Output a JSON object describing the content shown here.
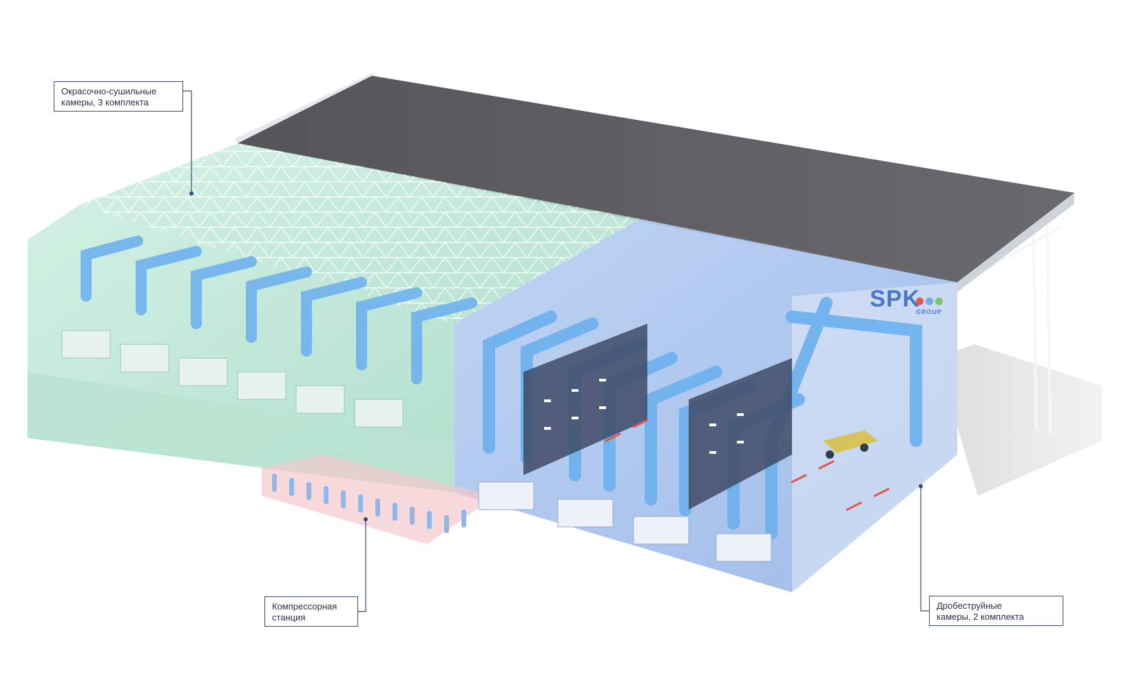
{
  "callouts": {
    "paint_booths": "Окрасочно-сушильные\nкамеры, 3 комплекта",
    "compressor": "Компрессорная\nстанция",
    "blast_booths": "Дробеструйные\nкамеры, 2 комплекта"
  },
  "brand": {
    "name": "SPK",
    "sub": "GROUP",
    "dot_colors": [
      "#e0574f",
      "#7aa9e0",
      "#7cc46a"
    ]
  },
  "colors": {
    "roof": "#5e5e62",
    "paint_zone": "#bfe7d8",
    "blast_zone": "#a9c4ee",
    "duct": "#6fb2ee",
    "compressor_zone": "#f4c8cc",
    "leader_line": "#3a4a7a"
  }
}
